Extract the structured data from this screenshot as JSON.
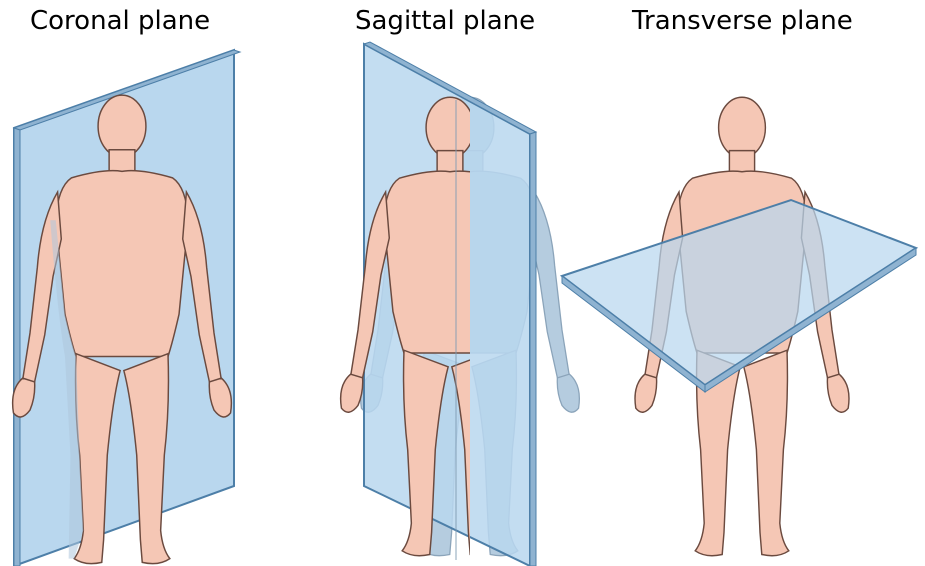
{
  "panels": [
    {
      "title": "Coronal plane"
    },
    {
      "title": "Sagittal plane"
    },
    {
      "title": "Transverse plane"
    }
  ],
  "colors": {
    "plane_fill": "#b9d7ee",
    "plane_edge": "#4d7fa8",
    "plane_side": "#8fb3d1",
    "skin": "#f5c7b5",
    "skin_shade": "#e8a994",
    "skin_outline": "#6b4a3f",
    "ghost": "#aec7dc",
    "ghost_outline": "#7f9bb3"
  }
}
